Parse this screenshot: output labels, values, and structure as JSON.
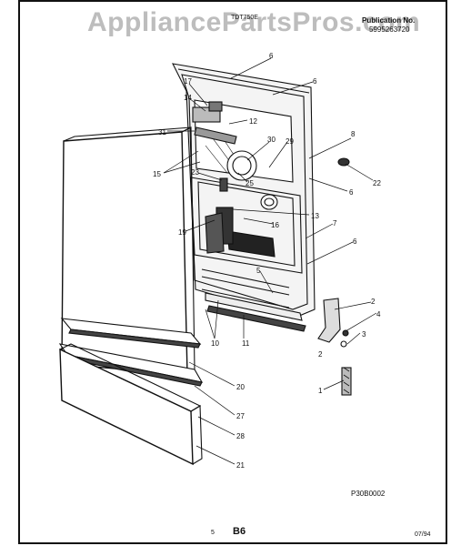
{
  "watermark": "AppliancePartsPros.com",
  "header": {
    "model": "TDT750E",
    "publication_label": "Publication No.",
    "publication_number": "5995263720"
  },
  "diagram_code": "P30B0002",
  "footer": {
    "left": "5",
    "middle": "B6",
    "right": "07/94"
  },
  "callouts": [
    "6",
    "6",
    "17",
    "14",
    "12",
    "31",
    "30",
    "29",
    "15",
    "23",
    "25",
    "8",
    "22",
    "6",
    "13",
    "16",
    "19",
    "7",
    "6",
    "5",
    "2",
    "4",
    "3",
    "2",
    "10",
    "11",
    "1",
    "20",
    "27",
    "28",
    "21"
  ]
}
